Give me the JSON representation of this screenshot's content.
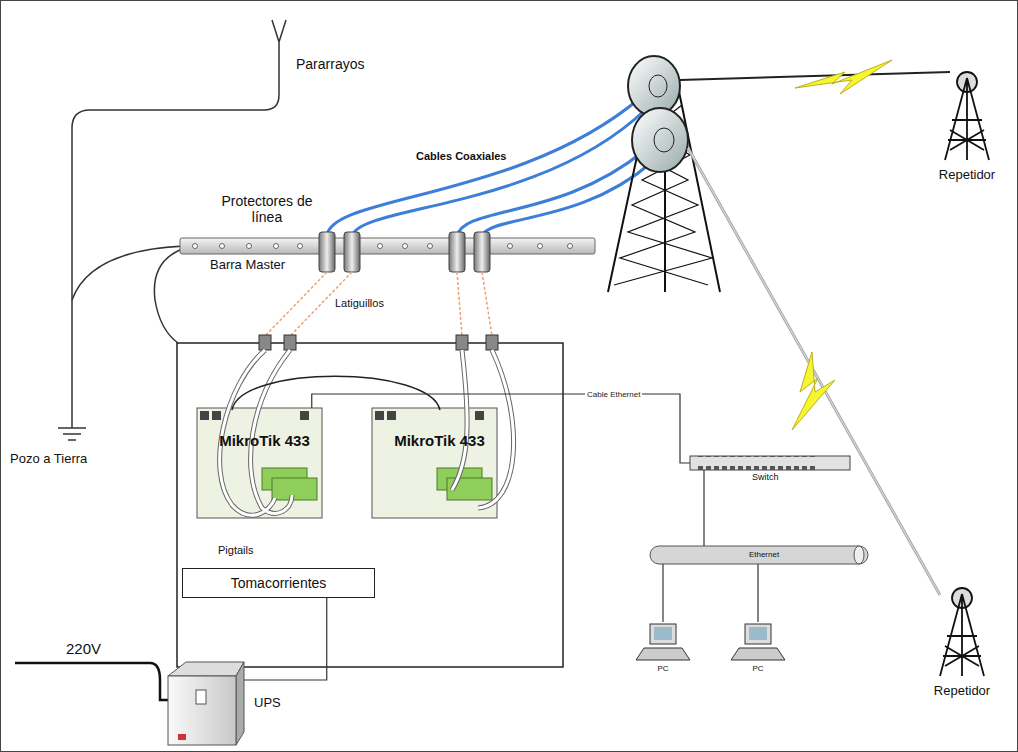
{
  "diagram": {
    "nodes": [
      {
        "text": [
          "Barra Master"
        ]
      },
      {
        "text": [
          "MikroTik 433"
        ]
      },
      {
        "text": [
          "MikroTik 433"
        ]
      },
      {
        "text": [
          "Tomacorrientes"
        ]
      },
      {
        "text": [
          "UPS"
        ]
      },
      {
        "text": [
          "Switch"
        ]
      },
      {
        "text": [
          "Ethernet"
        ]
      },
      {
        "text": [
          "PC"
        ]
      },
      {
        "text": [
          "PC"
        ]
      },
      {
        "text": [
          "Repetidor"
        ]
      },
      {
        "text": [
          "Repetidor"
        ]
      }
    ],
    "edges": [
      {
        "from": 1,
        "to": 5,
        "label": "Cable Ethernet",
        "arrow": "none"
      },
      {
        "from": 3,
        "to": 4,
        "arrow": "none"
      },
      {
        "from": 5,
        "to": 6,
        "arrow": "none"
      },
      {
        "from": 6,
        "to": 7,
        "arrow": "none"
      },
      {
        "from": 6,
        "to": 8,
        "arrow": "none"
      }
    ],
    "labels": [
      "Pararrayos",
      "Cables Coaxiales",
      "Protectores de línea",
      "Latiguillos",
      "Pigtails",
      "Pozo a Tierra",
      "220V"
    ]
  }
}
